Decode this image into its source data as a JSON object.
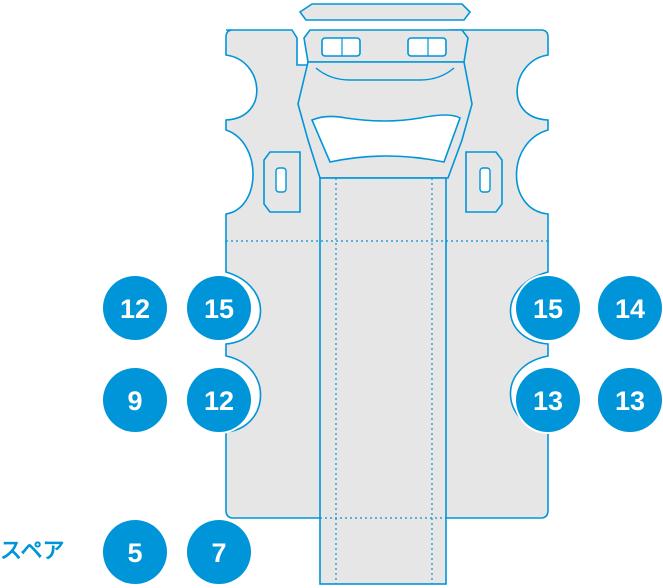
{
  "colors": {
    "accent": "#0095d9",
    "panel_fill": "#e6e6e6",
    "panel_stroke": "#0095d9",
    "badge_text": "#ffffff"
  },
  "spare_label": "スペア",
  "badges": {
    "left_outer_row1": "12",
    "left_inner_row1": "15",
    "right_inner_row1": "15",
    "right_outer_row1": "14",
    "left_outer_row2": "9",
    "left_inner_row2": "12",
    "right_inner_row2": "13",
    "right_outer_row2": "13",
    "spare_1": "5",
    "spare_2": "7"
  }
}
